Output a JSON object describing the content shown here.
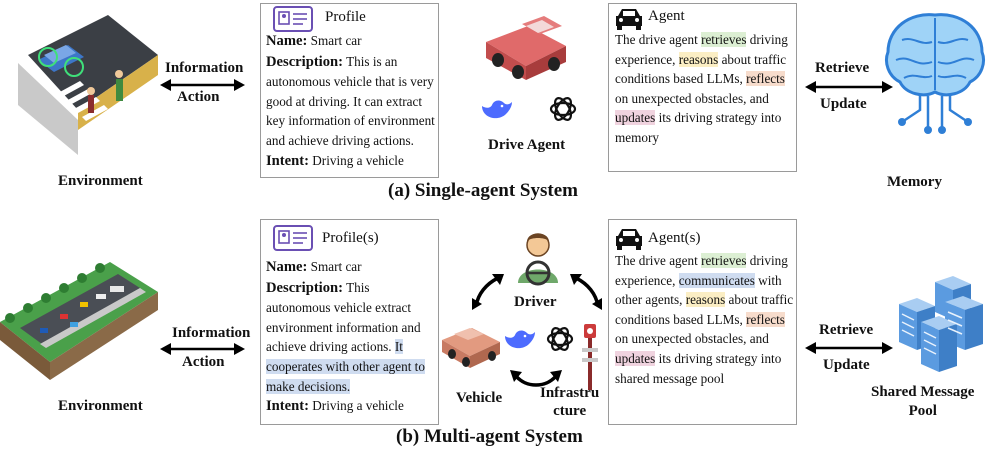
{
  "single": {
    "env_label": "Environment",
    "info_label": "Information",
    "action_label": "Action",
    "profile": {
      "title": "Profile",
      "name_key": "Name:",
      "name_val": "Smart car",
      "desc_key": "Description:",
      "desc_val": "This is an autonomous vehicle that is very good at driving. It can extract key information of environment and achieve driving actions.",
      "intent_key": "Intent:",
      "intent_val": "Driving a vehicle"
    },
    "drive_agent_label": "Drive Agent",
    "agent": {
      "title": "Agent",
      "t1": "The drive agent ",
      "h1": "retrieves",
      "t2": " driving experience, ",
      "h2": "reasons",
      "t3": " about traffic conditions based LLMs, ",
      "h3": "reflects",
      "t4": " on unexpected obstacles, and ",
      "h4": "updates",
      "t5": " its driving strategy into memory"
    },
    "retrieve_label": "Retrieve",
    "update_label": "Update",
    "memory_label": "Memory",
    "caption": "(a) Single-agent System"
  },
  "multi": {
    "env_label": "Environment",
    "info_label": "Information",
    "action_label": "Action",
    "profile": {
      "title": "Profile(s)",
      "name_key": "Name:",
      "name_val": "Smart car",
      "desc_key": "Description:",
      "desc_val": "This autonomous vehicle extract environment information and achieve driving actions.",
      "desc_hl": "It cooperates with other agent to make decisions.",
      "intent_key": "Intent:",
      "intent_val": "Driving a vehicle"
    },
    "driver_label": "Driver",
    "vehicle_label": "Vehicle",
    "infra_label_1": "Infrastru",
    "infra_label_2": "cture",
    "agent": {
      "title": "Agent(s)",
      "t1": "The drive agent ",
      "h1": "retrieves",
      "t2": " driving experience, ",
      "h2": "communicates",
      "t3": " with other agents, ",
      "h3": "reasons",
      "t4": " about traffic conditions based LLMs, ",
      "h4": "reflects",
      "t5": " on unexpected obstacles, and ",
      "h5": "updates",
      "t6": " its driving strategy into shared message pool"
    },
    "retrieve_label": "Retrieve",
    "update_label": "Update",
    "pool_label_1": "Shared Message",
    "pool_label_2": "Pool",
    "caption": "(b) Multi-agent System"
  },
  "colors": {
    "highlight_green": "#dcefd3",
    "highlight_yellow": "#fbeec4",
    "highlight_orange": "#f7dccc",
    "highlight_pink": "#f0d3df",
    "highlight_blue": "#cfdcf0",
    "car_red": "#e06a6a",
    "whale_blue": "#4d6bfe",
    "brain_blue": "#2f7fd6",
    "server_blue": "#5b9be0"
  },
  "icons": [
    "road-scene-image",
    "city-scene-image",
    "id-card-icon",
    "car-icon",
    "red-truck-icon",
    "whale-icon",
    "openai-icon",
    "brain-icon",
    "server-icon",
    "driver-icon",
    "traffic-light-icon"
  ]
}
